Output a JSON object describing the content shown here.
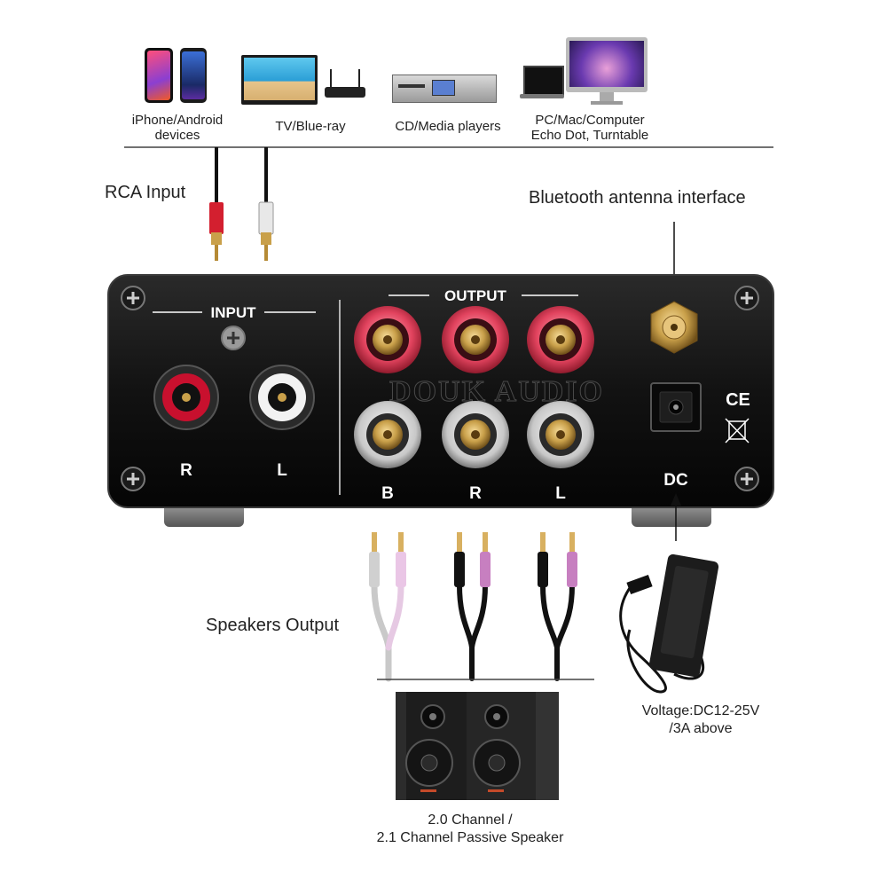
{
  "sources": [
    {
      "line1": "iPhone/Android",
      "line2": "devices"
    },
    {
      "line1": "TV/Blue-ray",
      "line2": ""
    },
    {
      "line1": "CD/Media players",
      "line2": ""
    },
    {
      "line1": "PC/Mac/Computer",
      "line2": "Echo Dot, Turntable"
    }
  ],
  "labels": {
    "rca_input": "RCA Input",
    "bluetooth": "Bluetooth antenna interface",
    "speakers_output": "Speakers Output",
    "voltage_line1": "Voltage:DC12-25V",
    "voltage_line2": "/3A above",
    "speaker_line1": "2.0 Channel /",
    "speaker_line2": "2.1 Channel Passive Speaker"
  },
  "panel": {
    "input_title": "INPUT",
    "output_title": "OUTPUT",
    "input_r": "R",
    "input_l": "L",
    "out_b": "B",
    "out_r": "R",
    "out_l": "L",
    "dc": "DC",
    "ce": "CE",
    "watermark": "DOUK AUDIO"
  },
  "colors": {
    "panel": "#121212",
    "red_jack": "#c8102e",
    "gold": "#c9a04a",
    "pink_cable": "#c77fc0"
  }
}
